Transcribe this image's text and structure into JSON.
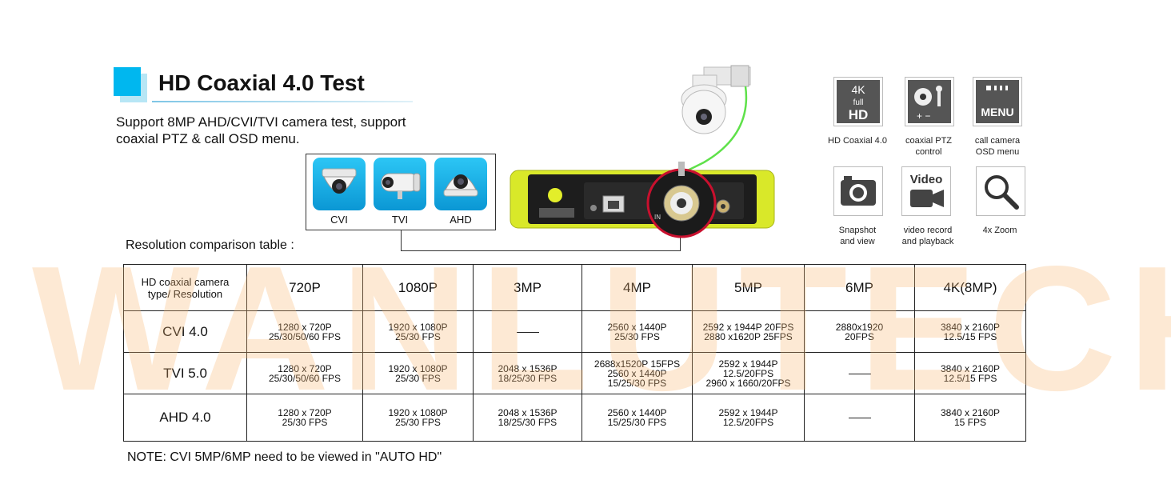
{
  "header": {
    "title": "HD Coaxial 4.0 Test",
    "subtitle_line1": "Support 8MP AHD/CVI/TVI camera test, support",
    "subtitle_line2": "coaxial PTZ & call OSD menu."
  },
  "camera_types": [
    {
      "label": "CVI",
      "icon": "dome-camera-icon"
    },
    {
      "label": "TVI",
      "icon": "bullet-camera-icon"
    },
    {
      "label": "AHD",
      "icon": "dome-camera-icon"
    }
  ],
  "device": {
    "port_label": "IN"
  },
  "features": [
    {
      "label": "HD Coaxial 4.0",
      "icon": "4k-full-hd-icon",
      "icon_text_top": "4K",
      "icon_text_mid": "full",
      "icon_text_bottom": "HD"
    },
    {
      "label_line1": "coaxial PTZ",
      "label_line2": "control",
      "icon": "ptz-control-icon"
    },
    {
      "label_line1": "call camera",
      "label_line2": "OSD menu",
      "icon": "menu-icon",
      "icon_text": "MENU"
    },
    {
      "label_line1": "Snapshot",
      "label_line2": "and view",
      "icon": "camera-snapshot-icon"
    },
    {
      "label_line1": "video record",
      "label_line2": "and playback",
      "icon": "video-record-icon",
      "icon_text": "Video"
    },
    {
      "label": "4x Zoom",
      "icon": "zoom-magnifier-icon"
    }
  ],
  "table": {
    "caption": "Resolution comparison table :",
    "corner_line1": "HD coaxial camera",
    "corner_line2": "type/ Resolution",
    "columns": [
      "720P",
      "1080P",
      "3MP",
      "4MP",
      "5MP",
      "6MP",
      "4K(8MP)"
    ],
    "rows": [
      {
        "name": "CVI 4.0",
        "cells": [
          [
            "1280 x 720P",
            "25/30/50/60 FPS"
          ],
          [
            "1920 x 1080P",
            "25/30 FPS"
          ],
          null,
          [
            "2560 x 1440P",
            "25/30 FPS"
          ],
          [
            "2592 x 1944P 20FPS",
            "2880 x1620P 25FPS"
          ],
          [
            "2880x1920",
            "20FPS"
          ],
          [
            "3840 x 2160P",
            "12.5/15 FPS"
          ]
        ]
      },
      {
        "name": "TVI 5.0",
        "cells": [
          [
            "1280 x 720P",
            "25/30/50/60 FPS"
          ],
          [
            "1920 x 1080P",
            "25/30 FPS"
          ],
          [
            "2048 x 1536P",
            "18/25/30 FPS"
          ],
          [
            "2688x1520P 15FPS",
            "2560 x 1440P",
            "15/25/30 FPS"
          ],
          [
            "2592 x 1944P",
            "12.5/20FPS",
            "2960 x 1660/20FPS"
          ],
          null,
          [
            "3840 x 2160P",
            "12.5/15 FPS"
          ]
        ]
      },
      {
        "name": "AHD 4.0",
        "cells": [
          [
            "1280 x 720P",
            "25/30 FPS"
          ],
          [
            "1920 x 1080P",
            "25/30 FPS"
          ],
          [
            "2048 x 1536P",
            "18/25/30 FPS"
          ],
          [
            "2560 x 1440P",
            "15/25/30 FPS"
          ],
          [
            "2592 x 1944P",
            "12.5/20FPS"
          ],
          null,
          [
            "3840 x 2160P",
            "15 FPS"
          ]
        ]
      }
    ]
  },
  "note": "NOTE: CVI 5MP/6MP need to be viewed in \"AUTO HD\"",
  "watermark": "WANLUTECH",
  "colors": {
    "accent": "#00b7ef",
    "device_yellow": "#d9e829",
    "cable_green": "#5fe14a",
    "watermark": "#f7b670"
  }
}
